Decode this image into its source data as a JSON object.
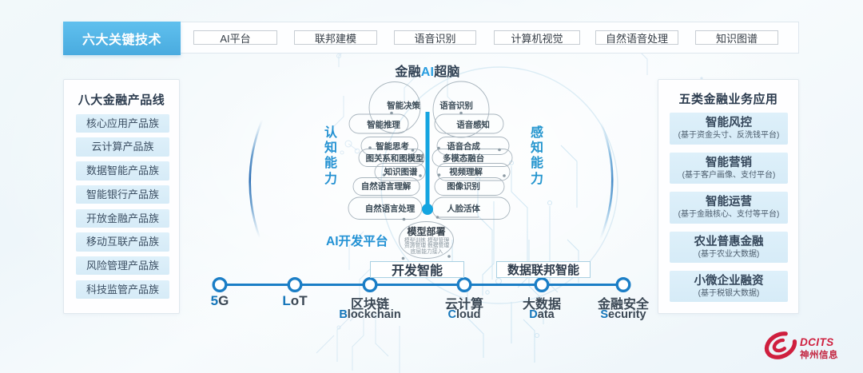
{
  "header": {
    "active_tab": "六大关键技术",
    "tabs": [
      "AI平台",
      "联邦建模",
      "语音识别",
      "计算机视觉",
      "自然语音处理",
      "知识图谱"
    ]
  },
  "left_panel": {
    "title": "八大金融产品线",
    "items": [
      "核心应用产品族",
      "云计算产品族",
      "数据智能产品族",
      "智能银行产品族",
      "开放金融产品族",
      "移动互联产品族",
      "风险管理产品族",
      "科技监管产品族"
    ]
  },
  "right_panel": {
    "title": "五类金融业务应用",
    "items": [
      {
        "title": "智能风控",
        "subtitle": "(基于资金头寸、反洗钱平台)"
      },
      {
        "title": "智能营销",
        "subtitle": "(基于客户画像、支付平台)"
      },
      {
        "title": "智能运营",
        "subtitle": "(基于金融核心、支付等平台)"
      },
      {
        "title": "农业普惠金融",
        "subtitle": "(基于农业大数据)"
      },
      {
        "title": "小微企业融资",
        "subtitle": "(基于税银大数据)"
      }
    ]
  },
  "brain": {
    "title_prefix": "金融",
    "title_accent": "AI",
    "title_suffix": "超脑",
    "left_label": "认知能力",
    "right_label": "感知能力",
    "left_items": [
      "智能决策",
      "智能推理",
      "智能思考",
      "图关系和图模型",
      "知识图谱",
      "自然语言理解",
      "自然语言处理"
    ],
    "right_items": [
      "语音识别",
      "语音感知",
      "语音合成",
      "多模态融台",
      "视频理解",
      "图像识别",
      "人脸活体"
    ],
    "platform_label": "AI开发平台",
    "deploy": {
      "title": "模型部署",
      "lines": [
        "模型训练  模型管理",
        "资源管理  数据管理",
        "底层能力接入"
      ]
    },
    "dev_box": "开发智能",
    "fed_box": "数据联邦智能"
  },
  "timeline": {
    "items": [
      {
        "accent": "5",
        "rest": "G"
      },
      {
        "accent": "L",
        "rest": "oT"
      },
      {
        "cn": "区块链",
        "en_accent": "B",
        "en_rest": "lockchain"
      },
      {
        "cn": "云计算",
        "en_accent": "C",
        "en_rest": "loud"
      },
      {
        "cn": "大数据",
        "en_accent": "D",
        "en_rest": "ata"
      },
      {
        "cn": "金融安全",
        "en_accent": "S",
        "en_rest": "ecurity"
      }
    ]
  },
  "logo": {
    "name": "DCITS",
    "cn": "神州信息"
  },
  "colors": {
    "accent_blue": "#29a8e0",
    "deep_blue": "#1576ba",
    "brand_red": "#cf1f3e",
    "pill_blue": "#d8ecf8",
    "button_blue": "#53b4e6"
  }
}
